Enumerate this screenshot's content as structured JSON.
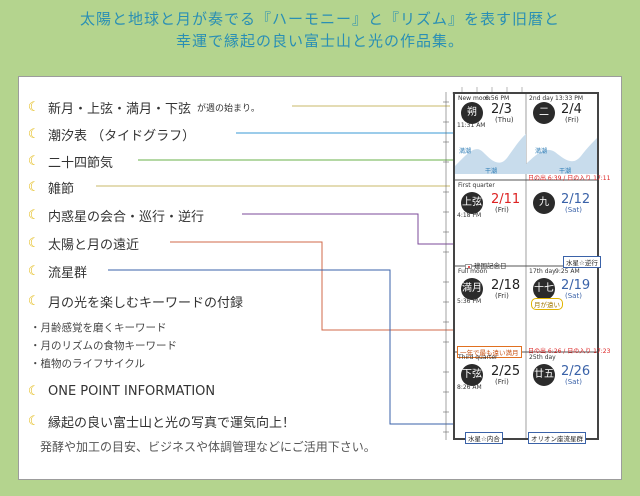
{
  "header": {
    "line1": "太陽と地球と月が奏でる『ハーモニー』と『リズム』を表す旧暦と",
    "line2": "幸運で縁起の良い富士山と光の作品集。"
  },
  "features": [
    {
      "label": "新月・上弦・満月・下弦",
      "note": "が週の始まり。"
    },
    {
      "label": "潮汐表 （タイドグラフ）"
    },
    {
      "label": "二十四節気"
    },
    {
      "label": "雑節"
    },
    {
      "label": "内惑星の会合・巡行・逆行"
    },
    {
      "label": "太陽と月の遠近"
    },
    {
      "label": "流星群"
    },
    {
      "label": "月の光を楽しむキーワードの付録"
    }
  ],
  "sub_items": [
    "・月齢感覚を磨くキーワード",
    "・月のリズムの食物キーワード",
    "・植物のライフサイクル"
  ],
  "features2": [
    {
      "label": "ONE POINT INFORMATION"
    },
    {
      "label": "縁起の良い富士山と光の写真で運気向上！"
    }
  ],
  "bottom_note": "発酵や加工の目安、ビジネスや体調管理などにご活用下さい。",
  "colors": {
    "header_text": "#2a8fb4",
    "background": "#b4d48e",
    "moon_icon": "#e0b400"
  },
  "calendar": {
    "rows": [
      {
        "left": {
          "phase_label": "New moon",
          "time_top": "6:56 PM",
          "badge": "朔",
          "date": "2/3",
          "weekday": "(Thu)",
          "time_bottom": "11:31 AM",
          "date_color": "normal"
        },
        "right": {
          "small_top": "2nd day",
          "time_top": "13:33 PM",
          "badge": "二",
          "date": "2/4",
          "weekday": "(Fri)",
          "date_color": "normal"
        },
        "tide_left": "満潮",
        "tide_left2": "干潮",
        "tide_right": "満潮",
        "tide_right2": "干潮",
        "sun_info": "日の出 6:39 / 日の入り 17:11"
      },
      {
        "left": {
          "phase_label": "First quarter",
          "badge": "上弦",
          "date": "2/11",
          "weekday": "(Fri)",
          "time_bottom": "4:18 PM",
          "date_color": "red"
        },
        "right": {
          "badge": "九",
          "date": "2/12",
          "weekday": "(Sat)",
          "date_color": "blue"
        },
        "holiday": "建国記念日",
        "tag": "水星☆逆行"
      },
      {
        "left": {
          "phase_label": "Full moon",
          "badge": "満月",
          "date": "2/18",
          "weekday": "(Fri)",
          "time_bottom": "5:36 PM",
          "date_color": "normal"
        },
        "right": {
          "small_top": "17th day",
          "time_top": "9:25 AM",
          "badge": "十七",
          "date": "2/19",
          "weekday": "(Sat)",
          "date_color": "blue"
        },
        "tag_yellow": "月が遠い",
        "tag_orange": "一年で最も遠い満月",
        "sun_info": "日の出 6:26 / 日の入り 17:23"
      },
      {
        "left": {
          "phase_label": "Third quarter",
          "badge": "下弦",
          "date": "2/25",
          "weekday": "(Fri)",
          "time_bottom": "8:26 AM",
          "date_color": "normal"
        },
        "right": {
          "small_top": "25th day",
          "badge": "廿五",
          "date": "2/26",
          "weekday": "(Sat)",
          "date_color": "blue"
        },
        "tag_left": "水星☆内合",
        "tag_right": "オリオン座流星群"
      }
    ]
  }
}
